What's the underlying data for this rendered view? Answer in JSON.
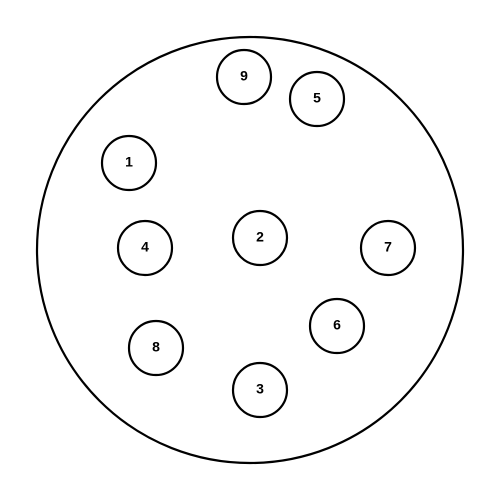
{
  "diagram": {
    "nodes": [
      {
        "label": "9"
      },
      {
        "label": "5"
      },
      {
        "label": "1"
      },
      {
        "label": "2"
      },
      {
        "label": "4"
      },
      {
        "label": "7"
      },
      {
        "label": "6"
      },
      {
        "label": "8"
      },
      {
        "label": "3"
      }
    ]
  }
}
